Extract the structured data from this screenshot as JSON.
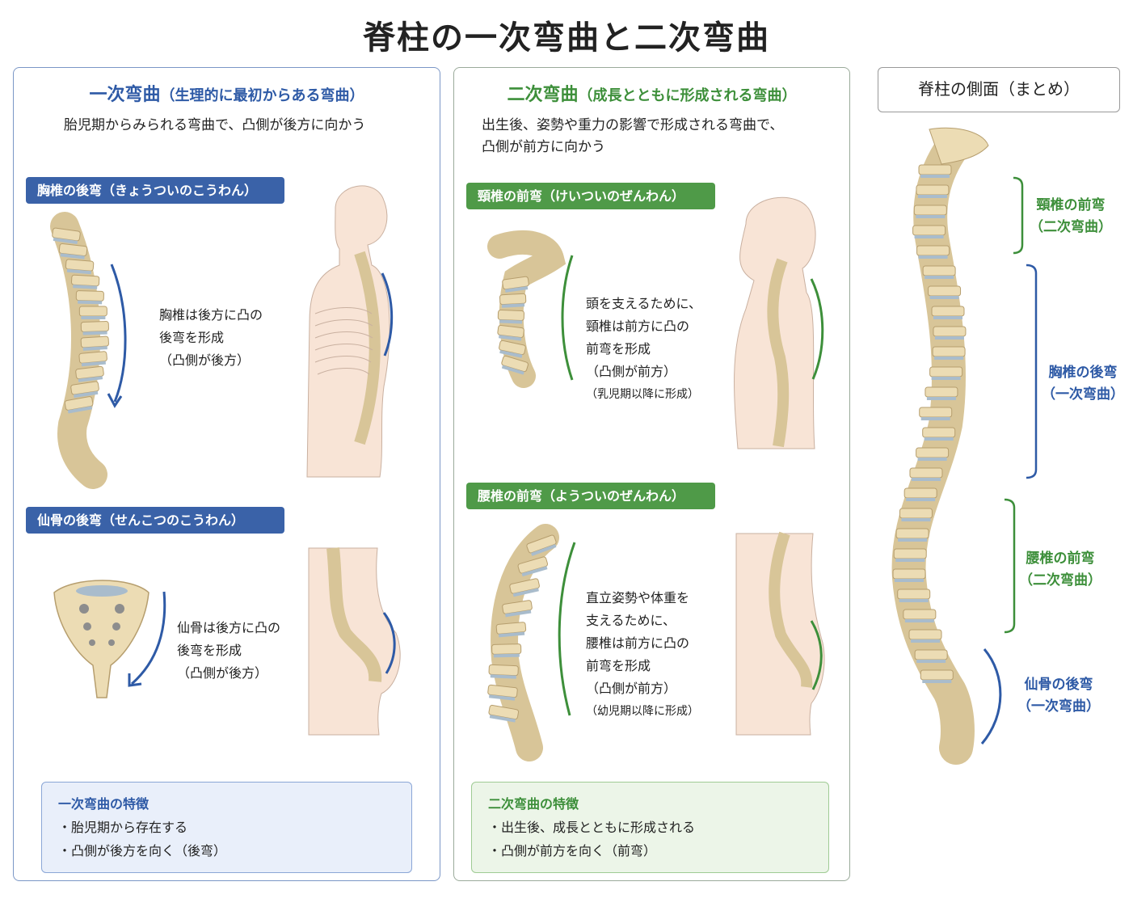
{
  "title": "脊柱の一次弯曲と二次弯曲",
  "primary": {
    "heading": "一次弯曲",
    "heading_sub": "（生理的に最初からある弯曲）",
    "description": "胎児期からみられる弯曲で、凸側が後方に向かう",
    "thoracic": {
      "tag": "胸椎の後弯（きょうついのこうわん）",
      "note_lines": [
        "胸椎は後方に凸の",
        "後弯を形成",
        "（凸側が後方）"
      ]
    },
    "sacral": {
      "tag": "仙骨の後弯（せんこつのこうわん）",
      "note_lines": [
        "仙骨は後方に凸の",
        "後弯を形成",
        "（凸側が後方）"
      ]
    },
    "features": {
      "title": "一次弯曲の特徴",
      "items": [
        "・胎児期から存在する",
        "・凸側が後方を向く（後弯）"
      ]
    }
  },
  "secondary": {
    "heading": "二次弯曲",
    "heading_sub": "（成長とともに形成される弯曲）",
    "description_lines": [
      "出生後、姿勢や重力の影響で形成される弯曲で、",
      "凸側が前方に向かう"
    ],
    "cervical": {
      "tag": "頸椎の前弯（けいついのぜんわん）",
      "note_lines": [
        "頭を支えるために、",
        "頸椎は前方に凸の",
        "前弯を形成",
        "（凸側が前方）"
      ],
      "note_small": "（乳児期以降に形成）"
    },
    "lumbar": {
      "tag": "腰椎の前弯（ようついのぜんわん）",
      "note_lines": [
        "直立姿勢や体重を",
        "支えるために、",
        "腰椎は前方に凸の",
        "前弯を形成",
        "（凸側が前方）"
      ],
      "note_small": "（幼児期以降に形成）"
    },
    "features": {
      "title": "二次弯曲の特徴",
      "items": [
        "・出生後、成長とともに形成される",
        "・凸側が前方を向く（前弯）"
      ]
    }
  },
  "summary": {
    "title": "脊柱の側面（まとめ）",
    "labels": [
      {
        "name": "頸椎の前弯",
        "type": "（二次弯曲）",
        "color": "#3d8f3a"
      },
      {
        "name": "胸椎の後弯",
        "type": "（一次弯曲）",
        "color": "#2e5aa6"
      },
      {
        "name": "腰椎の前弯",
        "type": "（二次弯曲）",
        "color": "#3d8f3a"
      },
      {
        "name": "仙骨の後弯",
        "type": "（一次弯曲）",
        "color": "#2e5aa6"
      }
    ]
  },
  "colors": {
    "primary": "#2e5aa6",
    "secondary": "#3d8f3a",
    "bone": "#ecdcb4",
    "disc": "#a9bccc",
    "skin": "#f8e4d6"
  }
}
